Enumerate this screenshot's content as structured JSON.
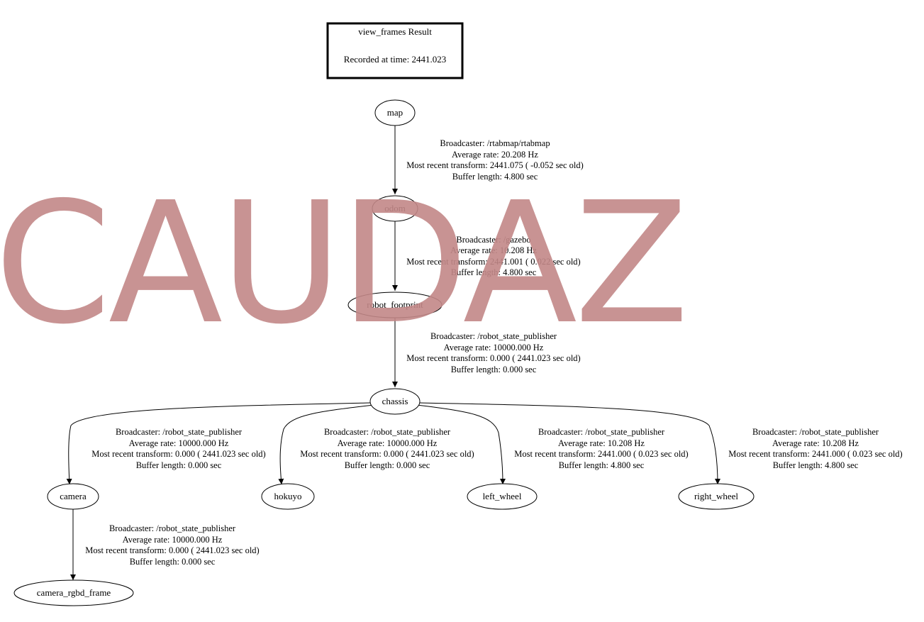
{
  "header": {
    "title": "view_frames Result",
    "recorded": "Recorded at time: 2441.023"
  },
  "nodes": {
    "map": "map",
    "odom": "odom",
    "robot_footprint": "robot_footprint",
    "chassis": "chassis",
    "camera": "camera",
    "hokuyo": "hokuyo",
    "left_wheel": "left_wheel",
    "right_wheel": "right_wheel",
    "camera_rgbd_frame": "camera_rgbd_frame"
  },
  "edges": {
    "map_odom": {
      "broadcaster": "Broadcaster: /rtabmap/rtabmap",
      "rate": "Average rate: 20.208 Hz",
      "recent": "Most recent transform: 2441.075 ( -0.052 sec old)",
      "buffer": "Buffer length: 4.800 sec"
    },
    "odom_footprint": {
      "broadcaster": "Broadcaster: /gazebo",
      "rate": "Average rate: 10.208 Hz",
      "recent": "Most recent transform: 2441.001 ( 0.022 sec old)",
      "buffer": "Buffer length: 4.800 sec"
    },
    "footprint_chassis": {
      "broadcaster": "Broadcaster: /robot_state_publisher",
      "rate": "Average rate: 10000.000 Hz",
      "recent": "Most recent transform: 0.000 ( 2441.023 sec old)",
      "buffer": "Buffer length: 0.000 sec"
    },
    "chassis_camera": {
      "broadcaster": "Broadcaster: /robot_state_publisher",
      "rate": "Average rate: 10000.000 Hz",
      "recent": "Most recent transform: 0.000 ( 2441.023 sec old)",
      "buffer": "Buffer length: 0.000 sec"
    },
    "chassis_hokuyo": {
      "broadcaster": "Broadcaster: /robot_state_publisher",
      "rate": "Average rate: 10000.000 Hz",
      "recent": "Most recent transform: 0.000 ( 2441.023 sec old)",
      "buffer": "Buffer length: 0.000 sec"
    },
    "chassis_left_wheel": {
      "broadcaster": "Broadcaster: /robot_state_publisher",
      "rate": "Average rate: 10.208 Hz",
      "recent": "Most recent transform: 2441.000 ( 0.023 sec old)",
      "buffer": "Buffer length: 4.800 sec"
    },
    "chassis_right_wheel": {
      "broadcaster": "Broadcaster: /robot_state_publisher",
      "rate": "Average rate: 10.208 Hz",
      "recent": "Most recent transform: 2441.000 ( 0.023 sec old)",
      "buffer": "Buffer length: 4.800 sec"
    },
    "camera_rgbd": {
      "broadcaster": "Broadcaster: /robot_state_publisher",
      "rate": "Average rate: 10000.000 Hz",
      "recent": "Most recent transform: 0.000 ( 2441.023 sec old)",
      "buffer": "Buffer length: 0.000 sec"
    }
  },
  "watermark": "CAUDAZ",
  "colors": {
    "background": "#ffffff",
    "stroke": "#000000",
    "watermark": "#c38888"
  }
}
